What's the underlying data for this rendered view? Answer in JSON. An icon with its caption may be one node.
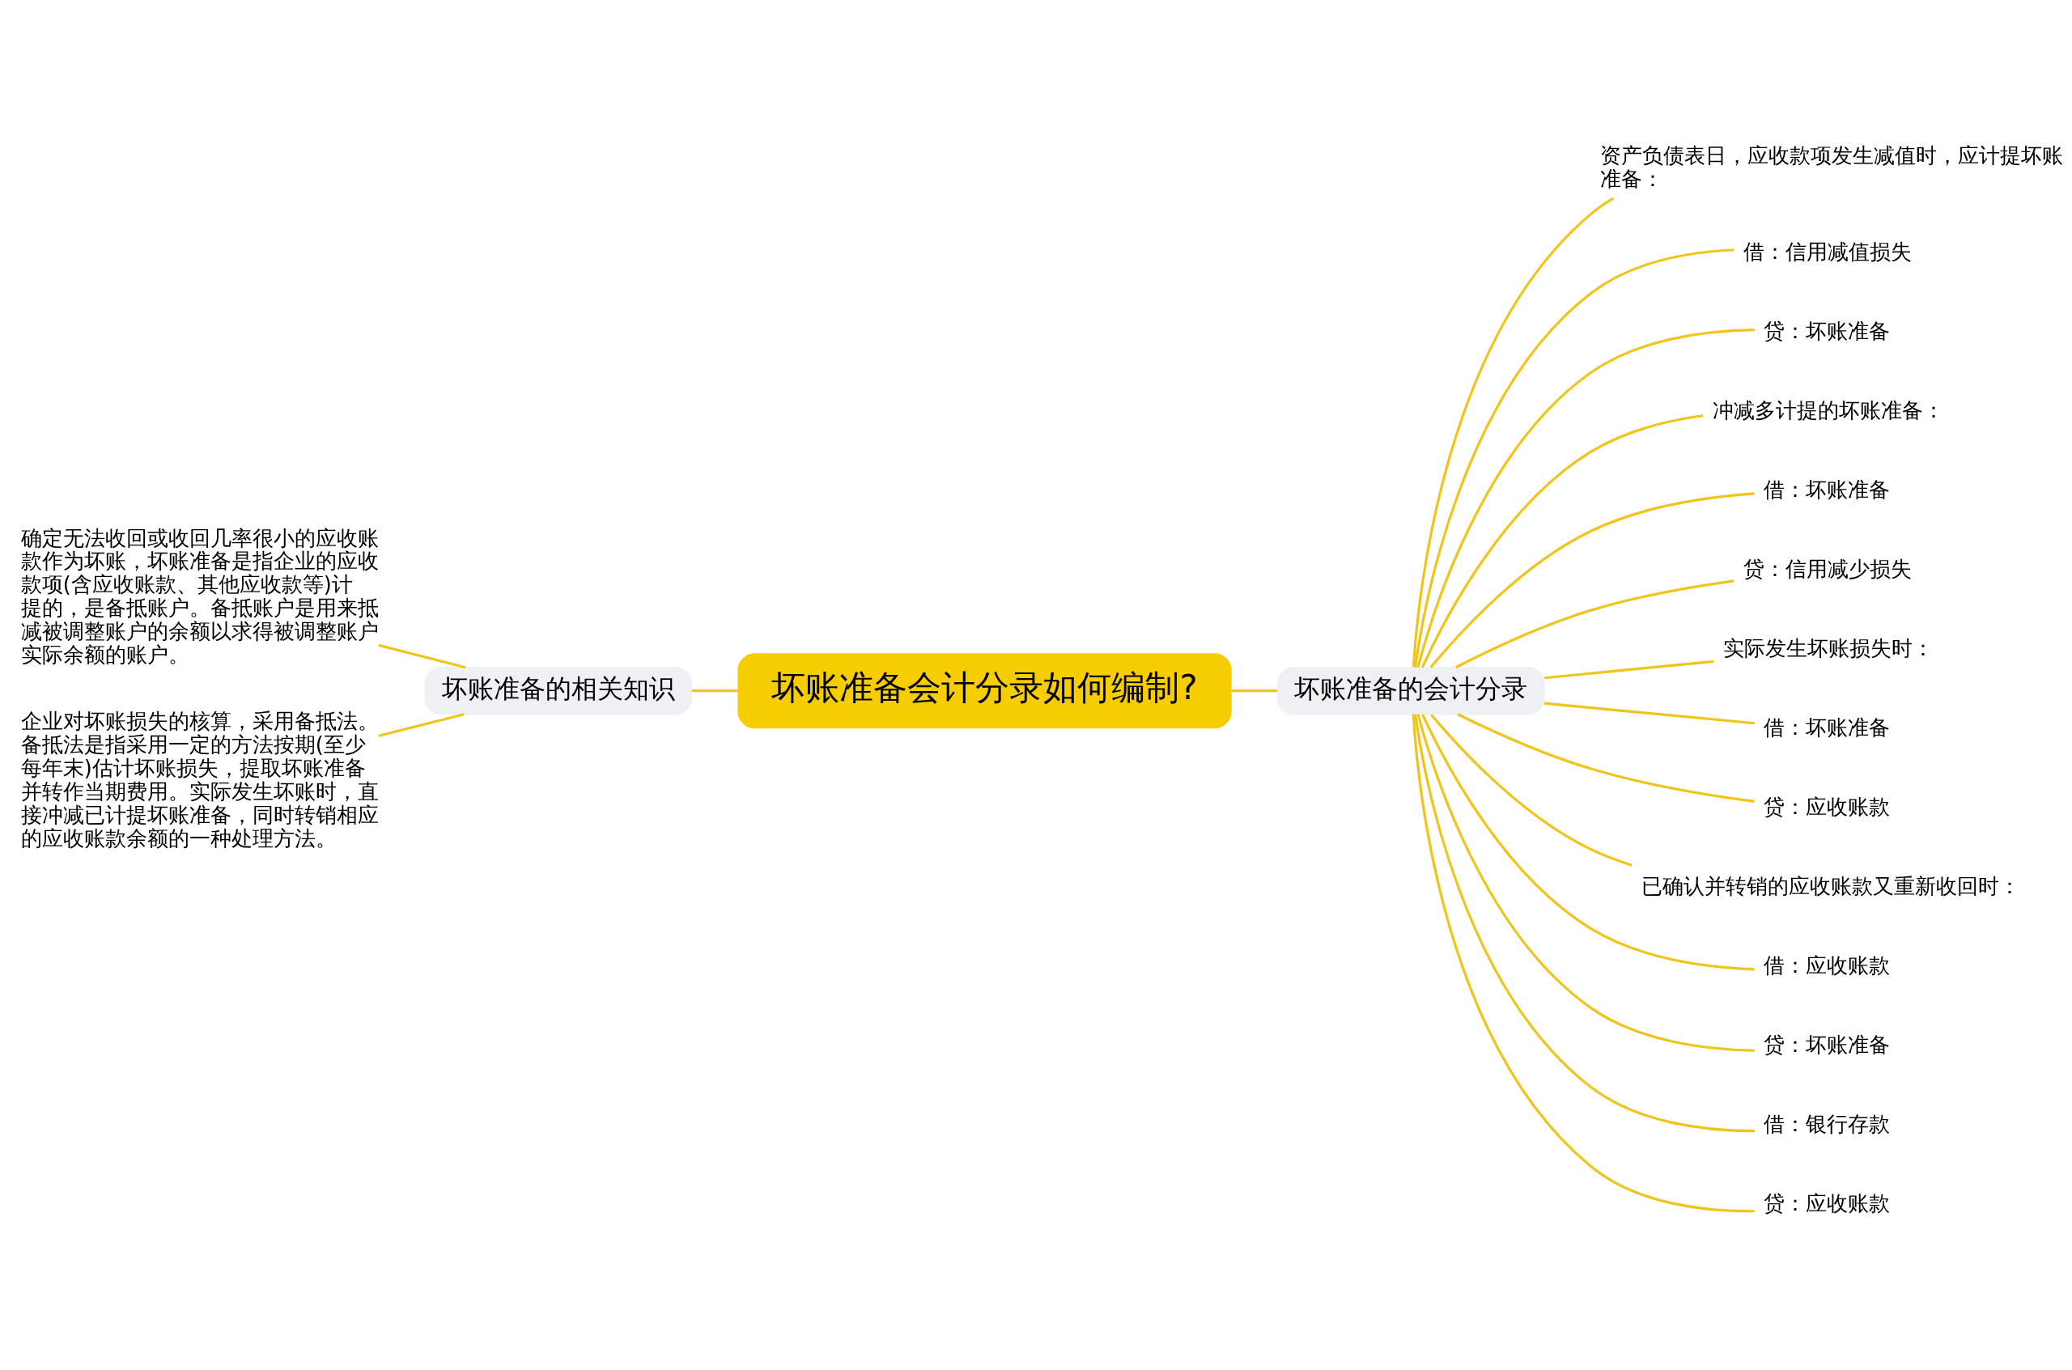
{
  "diagram": {
    "nodes": [
      {
        "text": [
          "坏账准备会计分录如何编制?"
        ]
      },
      {
        "text": [
          "坏账准备的相关知识"
        ]
      },
      {
        "text": [
          "确定无法收回或收回几率很小的应收账款作为坏账，坏账准备是指企业的应收款项(含应收账款、其他应收款等)计提的，是备抵账户。备抵账户是用来抵减被调整账户的余额以求得被调整账户实际余额的账户。"
        ]
      },
      {
        "text": [
          "企业对坏账损失的核算，采用备抵法。备抵法是指采用一定的方法按期(至少每年末)估计坏账损失，提取坏账准备并转作当期费用。实际发生坏账时，直接冲减已计提坏账准备，同时转销相应的应收账款余额的一种处理方法。"
        ]
      },
      {
        "text": [
          "坏账准备的会计分录"
        ]
      },
      {
        "text": [
          "资产负债表日，应收款项发生减值时，应计提坏账准备："
        ]
      },
      {
        "text": [
          "借：信用减值损失"
        ]
      },
      {
        "text": [
          "贷：坏账准备"
        ]
      },
      {
        "text": [
          "冲减多计提的坏账准备："
        ]
      },
      {
        "text": [
          "借：坏账准备"
        ]
      },
      {
        "text": [
          "贷：信用减少损失"
        ]
      },
      {
        "text": [
          "实际发生坏账损失时："
        ]
      },
      {
        "text": [
          "借：坏账准备"
        ]
      },
      {
        "text": [
          "贷：应收账款"
        ]
      },
      {
        "text": [
          "已确认并转销的应收账款又重新收回时："
        ]
      },
      {
        "text": [
          "借：应收账款"
        ]
      },
      {
        "text": [
          "贷：坏账准备"
        ]
      },
      {
        "text": [
          "借：银行存款"
        ]
      },
      {
        "text": [
          "贷：应收账款"
        ]
      }
    ],
    "edges": [
      {
        "from": 0,
        "to": 1,
        "arrow": "none"
      },
      {
        "from": 1,
        "to": 2,
        "arrow": "none"
      },
      {
        "from": 1,
        "to": 3,
        "arrow": "none"
      },
      {
        "from": 0,
        "to": 4,
        "arrow": "none"
      },
      {
        "from": 4,
        "to": 5,
        "arrow": "none"
      },
      {
        "from": 4,
        "to": 6,
        "arrow": "none"
      },
      {
        "from": 4,
        "to": 7,
        "arrow": "none"
      },
      {
        "from": 4,
        "to": 8,
        "arrow": "none"
      },
      {
        "from": 4,
        "to": 9,
        "arrow": "none"
      },
      {
        "from": 4,
        "to": 10,
        "arrow": "none"
      },
      {
        "from": 4,
        "to": 11,
        "arrow": "none"
      },
      {
        "from": 4,
        "to": 12,
        "arrow": "none"
      },
      {
        "from": 4,
        "to": 13,
        "arrow": "none"
      },
      {
        "from": 4,
        "to": 14,
        "arrow": "none"
      },
      {
        "from": 4,
        "to": 15,
        "arrow": "none"
      },
      {
        "from": 4,
        "to": 16,
        "arrow": "none"
      },
      {
        "from": 4,
        "to": 17,
        "arrow": "none"
      },
      {
        "from": 4,
        "to": 18,
        "arrow": "none"
      }
    ]
  }
}
